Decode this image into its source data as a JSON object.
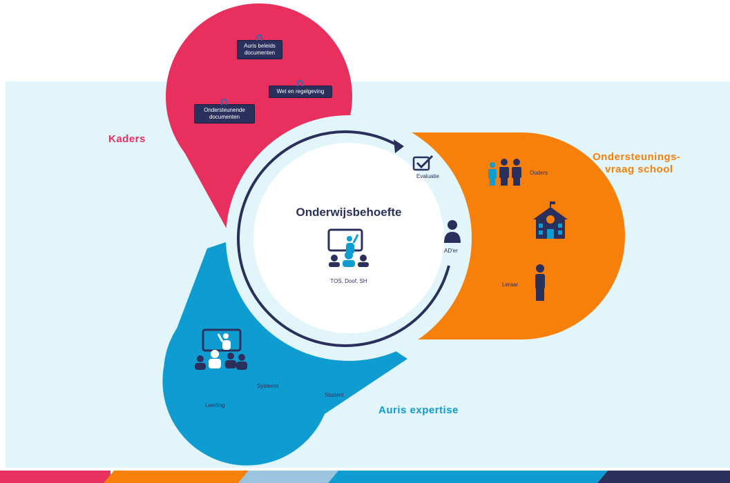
{
  "center": {
    "title": "Onderwijsbehoefte",
    "subtitle": "TOS, Doof, SH"
  },
  "kaders": {
    "label": "Kaders",
    "tags": [
      "Auris beleids documenten",
      "Wet en regelgeving",
      "Ondersteunende documenten"
    ]
  },
  "ondersteuning": {
    "label_line1": "Ondersteunings-",
    "label_line2": "vraag school",
    "evaluatie": "Evaluatie",
    "adder": "AD'er",
    "ouders": "Ouders",
    "leraar": "Leraar"
  },
  "expertise": {
    "label": "Auris expertise",
    "systeem": "Systeem",
    "student": "Student",
    "leerling": "Leerling"
  },
  "colors": {
    "kaders": "#e8305f",
    "ondersteuning": "#f7800a",
    "expertise": "#0f9cd0",
    "navy": "#2b2f5c",
    "background_band": "#e2f5fb"
  }
}
